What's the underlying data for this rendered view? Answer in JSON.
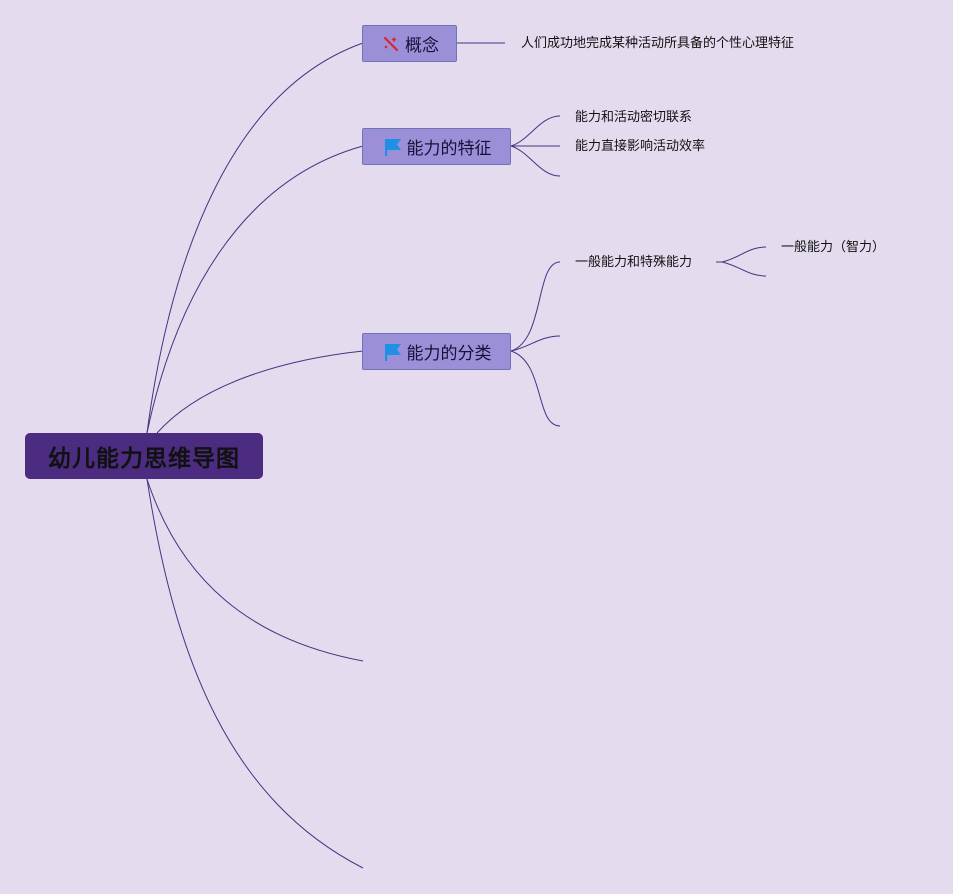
{
  "mindmap": {
    "root": {
      "label": "幼儿能力思维导图"
    },
    "topics": [
      {
        "label": "概念",
        "icon": "magic-wand-icon"
      },
      {
        "label": "能力的特征",
        "icon": "blue-flag-icon"
      },
      {
        "label": "能力的分类",
        "icon": "blue-flag-icon"
      }
    ],
    "leaves": {
      "concept_definition": "人们成功地完成某种活动所具备的个性心理特征",
      "feature_1": "能力和活动密切联系",
      "feature_2": "能力直接影响活动效率",
      "class_1": "一般能力和特殊能力",
      "class_1_sub_1": "一般能力（智力）"
    }
  },
  "colors": {
    "background": "#e4dbef",
    "root_fill": "#4b2c80",
    "topic_fill": "#9b8fd8",
    "connector": "#3f3780",
    "flag": "#1e90e6",
    "wand": "#d8262e"
  }
}
